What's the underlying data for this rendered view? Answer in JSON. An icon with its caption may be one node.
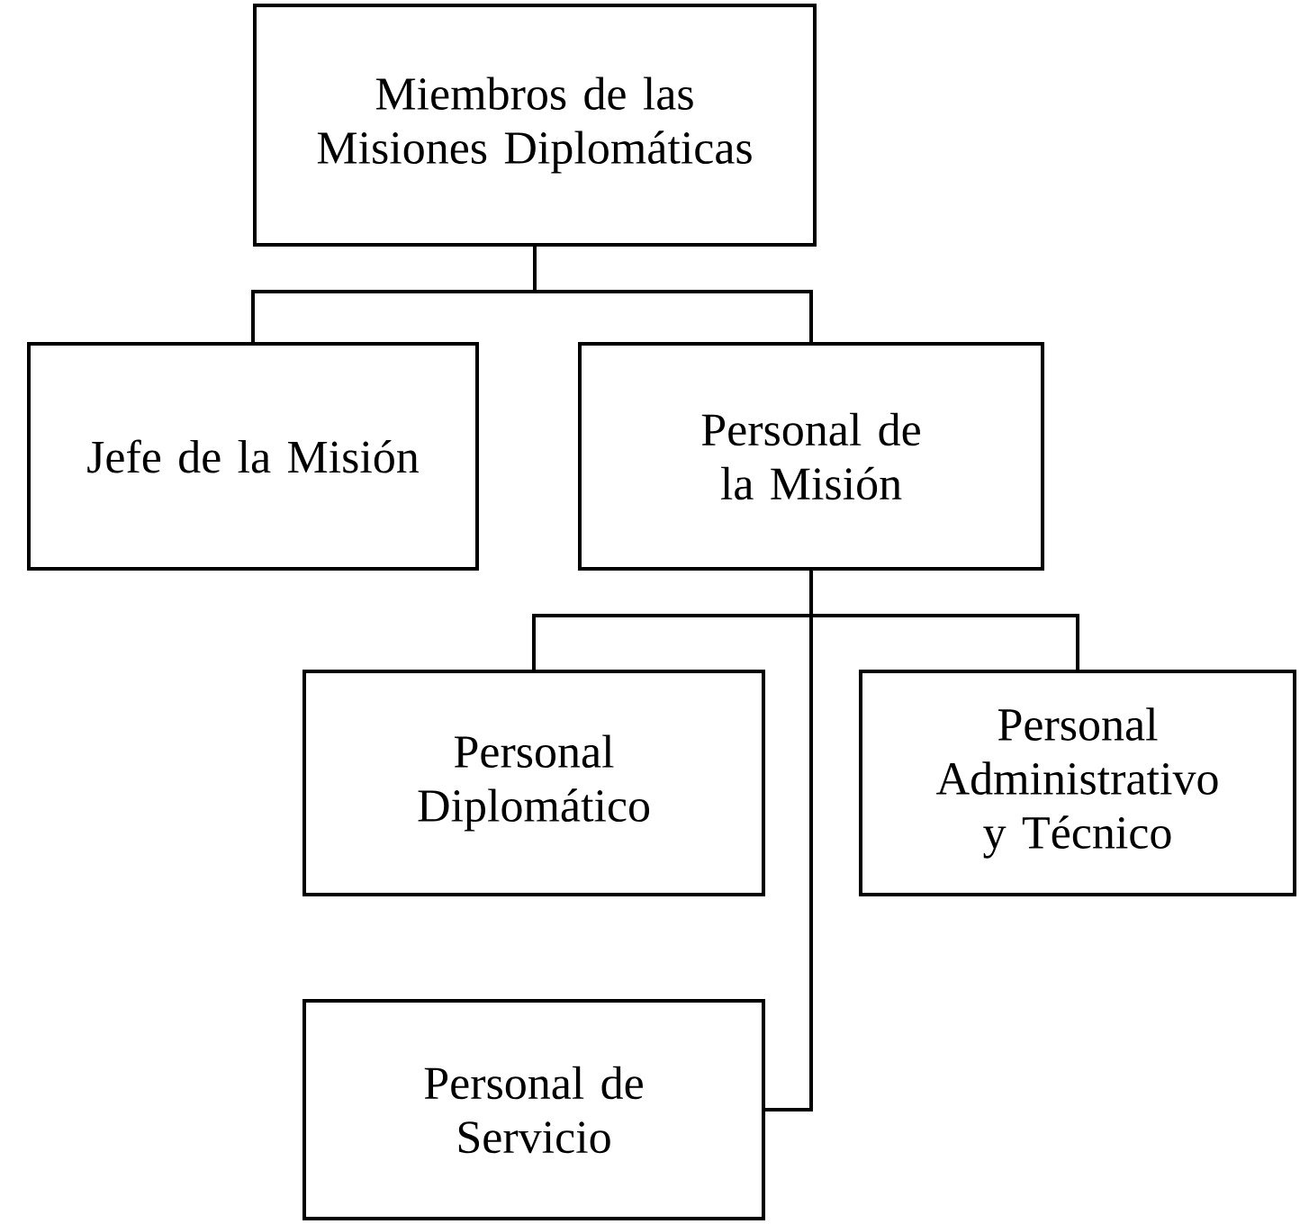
{
  "diagram": {
    "nodes": [
      {
        "text": [
          "Miembros de las Misiones Diplomáticas"
        ]
      },
      {
        "text": [
          "Jefe de la Misión"
        ]
      },
      {
        "text": [
          "Personal de la Misión"
        ]
      },
      {
        "text": [
          "Personal Diplomático"
        ]
      },
      {
        "text": [
          "Personal Administrativo y Técnico"
        ]
      },
      {
        "text": [
          "Personal de Servicio"
        ]
      }
    ],
    "edges": [
      {
        "from": 0,
        "to": 1,
        "arrow": "none"
      },
      {
        "from": 0,
        "to": 2,
        "arrow": "none"
      },
      {
        "from": 2,
        "to": 3,
        "arrow": "none"
      },
      {
        "from": 2,
        "to": 4,
        "arrow": "none"
      },
      {
        "from": 2,
        "to": 5,
        "arrow": "none"
      }
    ]
  }
}
